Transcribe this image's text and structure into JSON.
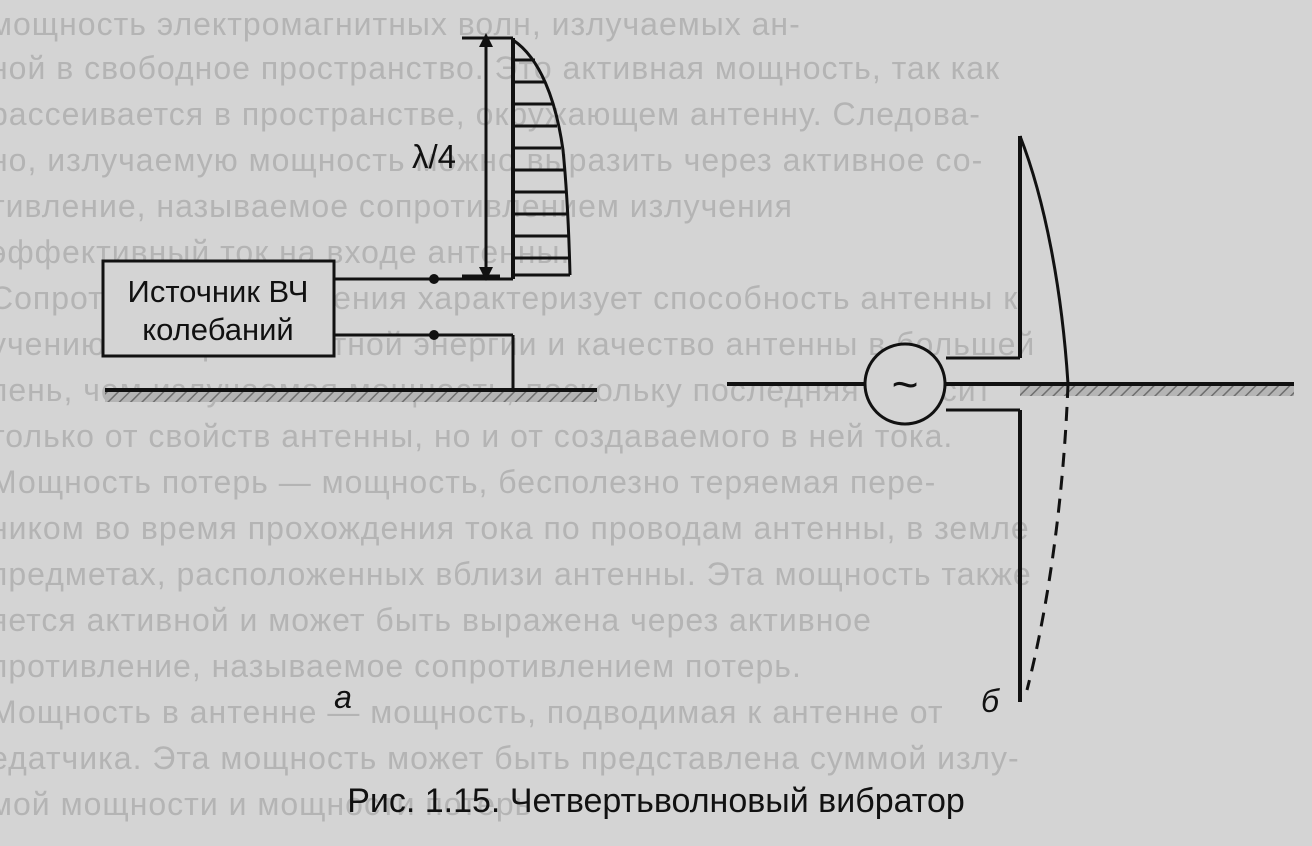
{
  "figure": {
    "source_box_line1": "Источник ВЧ",
    "source_box_line2": "колебаний",
    "dimension_label": "λ/4",
    "sublabel_a": "а",
    "sublabel_b": "б",
    "generator_symbol": "~",
    "caption": "Рис. 1.15. Четвертьволновый вибратор"
  },
  "colors": {
    "background": "#d4d4d4",
    "ink": "#111111",
    "ground_hatch": "#8a8a8a",
    "bleed_text": "#9a9a9a"
  }
}
